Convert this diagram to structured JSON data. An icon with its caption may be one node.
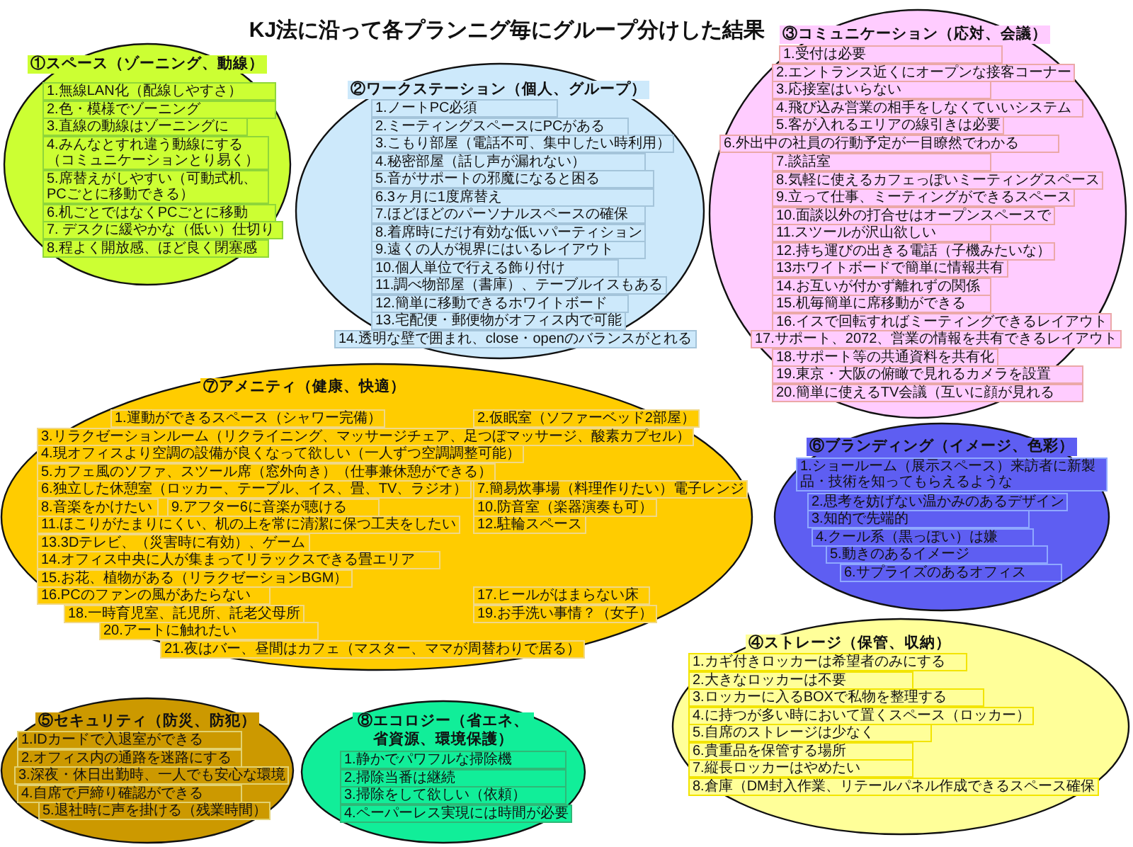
{
  "diagram": {
    "title": "KJ法に沿って各プランニグ毎にグループ分けした結果",
    "nodes": [
      {
        "text": [
          "①スペース（ゾーニング、動線）"
        ]
      },
      {
        "text": [
          "1.無線LAN化（配線しやすさ）"
        ],
        "in": 0
      },
      {
        "text": [
          "2.色・模様でゾーニング"
        ],
        "in": 0
      },
      {
        "text": [
          "3.直線の動線はゾーニングに"
        ],
        "in": 0
      },
      {
        "text": [
          "4.みんなとすれ違う動線にする（コミュニケーションとり易く）"
        ],
        "in": 0
      },
      {
        "text": [
          "5.席替えがしやすい（可動式机、PCごとに移動できる）"
        ],
        "in": 0
      },
      {
        "text": [
          "6.机ごとではなくPCごとに移動"
        ],
        "in": 0
      },
      {
        "text": [
          "7. デスクに緩やかな（低い）仕切り"
        ],
        "in": 0
      },
      {
        "text": [
          "8.程よく開放感、ほど良く閉塞感"
        ],
        "in": 0
      },
      {
        "text": [
          "②ワークステーション（個人、グループ）"
        ]
      },
      {
        "text": [
          "1.ノートPC必須"
        ],
        "in": 9
      },
      {
        "text": [
          "2.ミーティングスペースにPCがある"
        ],
        "in": 9
      },
      {
        "text": [
          "3.こもり部屋（電話不可、集中したい時利用）"
        ],
        "in": 9
      },
      {
        "text": [
          "4.秘密部屋（話し声が漏れない）"
        ],
        "in": 9
      },
      {
        "text": [
          "5.音がサポートの邪魔になると困る"
        ],
        "in": 9
      },
      {
        "text": [
          "6.3ヶ月に1度席替え"
        ],
        "in": 9
      },
      {
        "text": [
          "7.ほどほどのパーソナルスペースの確保"
        ],
        "in": 9
      },
      {
        "text": [
          "8.着席時にだけ有効な低いパーティション"
        ],
        "in": 9
      },
      {
        "text": [
          "9.遠くの人が視界にはいるレイアウト"
        ],
        "in": 9
      },
      {
        "text": [
          "10.個人単位で行える飾り付け"
        ],
        "in": 9
      },
      {
        "text": [
          "11.調べ物部屋（書庫）、テーブルイスもある"
        ],
        "in": 9
      },
      {
        "text": [
          "12.簡単に移動できるホワイトボード"
        ],
        "in": 9
      },
      {
        "text": [
          "13.宅配便・郵便物がオフィス内で可能"
        ],
        "in": 9
      },
      {
        "text": [
          "14.透明な壁で囲まれ、close・openのバランスがとれる"
        ],
        "in": 9
      },
      {
        "text": [
          "③コミュニケーション（応対、会議）"
        ]
      },
      {
        "text": [
          "1.受付は必要"
        ],
        "in": 24
      },
      {
        "text": [
          "2.エントランス近くにオープンな接客コーナー"
        ],
        "in": 24
      },
      {
        "text": [
          "3.応接室はいらない"
        ],
        "in": 24
      },
      {
        "text": [
          "4.飛び込み営業の相手をしなくていいシステム"
        ],
        "in": 24
      },
      {
        "text": [
          "5.客が入れるエリアの線引きは必要"
        ],
        "in": 24
      },
      {
        "text": [
          "6.外出中の社員の行動予定が一目瞭然でわかる"
        ],
        "in": 24
      },
      {
        "text": [
          "7.談話室"
        ],
        "in": 24
      },
      {
        "text": [
          "8.気軽に使えるカフェっぽいミーティングスペース"
        ],
        "in": 24
      },
      {
        "text": [
          "9.立って仕事、ミーティングができるスペース"
        ],
        "in": 24
      },
      {
        "text": [
          "10.面談以外の打合せはオープンスペースで"
        ],
        "in": 24
      },
      {
        "text": [
          "11.スツールが沢山欲しい"
        ],
        "in": 24
      },
      {
        "text": [
          "12.持ち運びの出きる電話（子機みたいな）"
        ],
        "in": 24
      },
      {
        "text": [
          "13ホワイトボードで簡単に情報共有"
        ],
        "in": 24
      },
      {
        "text": [
          "14.お互いが付かず離れずの関係"
        ],
        "in": 24
      },
      {
        "text": [
          "15.机毎簡単に席移動ができる"
        ],
        "in": 24
      },
      {
        "text": [
          "16.イスで回転すればミーティングできるレイアウト"
        ],
        "in": 24
      },
      {
        "text": [
          "17.サポート、2072、営業の情報を共有できるレイアウト"
        ],
        "in": 24
      },
      {
        "text": [
          "18.サポート等の共通資料を共有化"
        ],
        "in": 24
      },
      {
        "text": [
          "19.東京・大阪の俯瞰で見れるカメラを設置"
        ],
        "in": 24
      },
      {
        "text": [
          "20.簡単に使えるTV会議（互いに顔が見れる"
        ],
        "in": 24
      },
      {
        "text": [
          "⑦アメニティ（健康、快適）"
        ]
      },
      {
        "text": [
          "1.運動ができるスペース（シャワー完備）"
        ],
        "in": 45
      },
      {
        "text": [
          "2.仮眠室（ソファーベッド2部屋）"
        ],
        "in": 45
      },
      {
        "text": [
          "3.リラクゼーションルーム（リクライニング、マッサージチェア、足つぼマッサージ、酸素カプセル）"
        ],
        "in": 45
      },
      {
        "text": [
          "4.現オフィスより空調の設備が良くなって欲しい（一人ずつ空調調整可能）"
        ],
        "in": 45
      },
      {
        "text": [
          "5.カフェ風のソファ、スツール席（窓外向き）（仕事兼休憩ができる）"
        ],
        "in": 45
      },
      {
        "text": [
          "6.独立した休憩室（ロッカー、テーブル、イス、畳、TV、ラジオ）"
        ],
        "in": 45
      },
      {
        "text": [
          "7.簡易炊事場（料理作りたい）電子レンジ"
        ],
        "in": 45
      },
      {
        "text": [
          "8.音楽をかけたい"
        ],
        "in": 45
      },
      {
        "text": [
          "9.アフター6に音楽が聴ける"
        ],
        "in": 45
      },
      {
        "text": [
          "10.防音室（楽器演奏も可）"
        ],
        "in": 45
      },
      {
        "text": [
          "11.ほこりがたまりにくい、机の上を常に清潔に保つ工夫をしたい"
        ],
        "in": 45
      },
      {
        "text": [
          "12.駐輪スペース"
        ],
        "in": 45
      },
      {
        "text": [
          "13.3Dテレビ、（災害時に有効）、ゲーム"
        ],
        "in": 45
      },
      {
        "text": [
          "14.オフィス中央に人が集まってリラックスできる畳エリア"
        ],
        "in": 45
      },
      {
        "text": [
          "15.お花、植物がある（リラクゼーションBGM）"
        ],
        "in": 45
      },
      {
        "text": [
          "16.PCのファンの風があたらない"
        ],
        "in": 45
      },
      {
        "text": [
          "17.ヒールがはまらない床"
        ],
        "in": 45
      },
      {
        "text": [
          "18.一時育児室、託児所、託老父母所"
        ],
        "in": 45
      },
      {
        "text": [
          "19.お手洗い事情？（女子）"
        ],
        "in": 45
      },
      {
        "text": [
          "20.アートに触れたい"
        ],
        "in": 45
      },
      {
        "text": [
          "21.夜はバー、昼間はカフェ（マスター、ママが周替わりで居る）"
        ],
        "in": 45
      },
      {
        "text": [
          "⑥ブランディング（イメージ、色彩）"
        ]
      },
      {
        "text": [
          "1.ショールーム（展示スペース）来訪者に新製品・技術を知ってもらえるような"
        ],
        "in": 67
      },
      {
        "text": [
          "2.思考を妨げない温かみのあるデザイン"
        ],
        "in": 67
      },
      {
        "text": [
          "3.知的で先端的"
        ],
        "in": 67
      },
      {
        "text": [
          "4.クール系（黒っぽい）は嫌"
        ],
        "in": 67
      },
      {
        "text": [
          "5.動きのあるイメージ"
        ],
        "in": 67
      },
      {
        "text": [
          "6.サプライズのあるオフィス"
        ],
        "in": 67
      },
      {
        "text": [
          "④ストレージ（保管、収納）"
        ]
      },
      {
        "text": [
          "1.カギ付きロッカーは希望者のみにする"
        ],
        "in": 74
      },
      {
        "text": [
          "2.大きなロッカーは不要"
        ],
        "in": 74
      },
      {
        "text": [
          "3.ロッカーに入るBOXで私物を整理する"
        ],
        "in": 74
      },
      {
        "text": [
          "4.に持つが多い時において置くスペース（ロッカー）"
        ],
        "in": 74
      },
      {
        "text": [
          "5.自席のストレージは少なく"
        ],
        "in": 74
      },
      {
        "text": [
          "6.貴重品を保管する場所"
        ],
        "in": 74
      },
      {
        "text": [
          "7.縦長ロッカーはやめたい"
        ],
        "in": 74
      },
      {
        "text": [
          "8.倉庫（DM封入作業、リテールパネル作成できるスペース確保"
        ],
        "in": 74
      },
      {
        "text": [
          "⑤セキュリティ（防災、防犯）"
        ]
      },
      {
        "text": [
          "1.IDカードで入退室ができる"
        ],
        "in": 83
      },
      {
        "text": [
          "2.オフィス内の通路を迷路にする"
        ],
        "in": 83
      },
      {
        "text": [
          "3.深夜・休日出勤時、一人でも安心な環境"
        ],
        "in": 83
      },
      {
        "text": [
          "4.自席で戸締り確認ができる"
        ],
        "in": 83
      },
      {
        "text": [
          "5.退社時に声を掛ける（残業時間）"
        ],
        "in": 83
      },
      {
        "text": [
          "⑧エコロジー（省エネ、省資源、環境保護）"
        ]
      },
      {
        "text": [
          "1.静かでパワフルな掃除機"
        ],
        "in": 89
      },
      {
        "text": [
          "2.掃除当番は継続"
        ],
        "in": 89
      },
      {
        "text": [
          "3.掃除をして欲しい（依頼）"
        ],
        "in": 89
      },
      {
        "text": [
          "4.ペーパーレス実現には時間が必要"
        ],
        "in": 89
      }
    ]
  }
}
